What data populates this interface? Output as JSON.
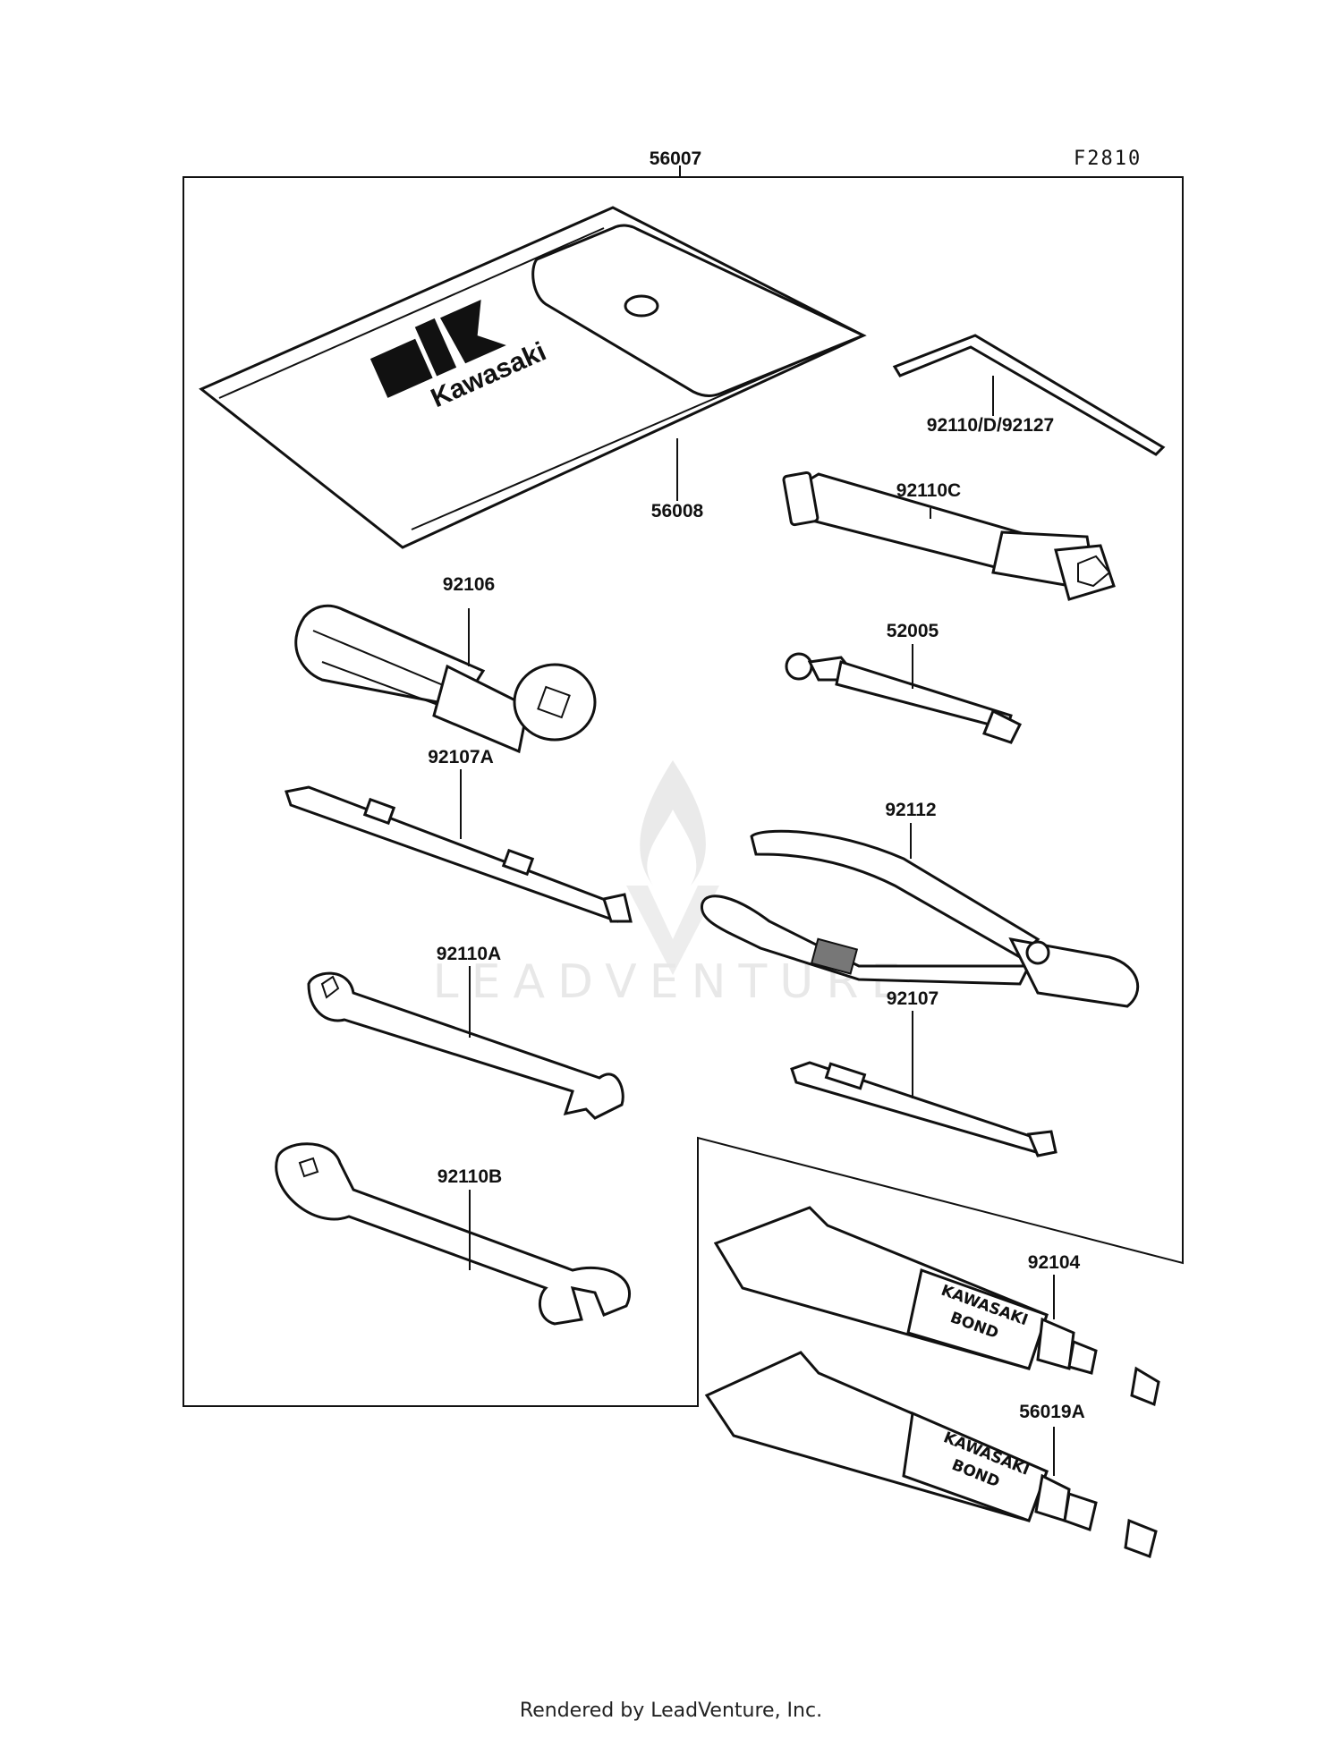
{
  "diagram_code": "F2810",
  "logo": {
    "text": "Kawasaki"
  },
  "watermark": {
    "text": "LEADVENTURE"
  },
  "parts": [
    {
      "number": "56007"
    },
    {
      "number": "56008"
    },
    {
      "number": "92110/D/92127"
    },
    {
      "number": "92110C"
    },
    {
      "number": "92106"
    },
    {
      "number": "52005"
    },
    {
      "number": "92107A"
    },
    {
      "number": "92112"
    },
    {
      "number": "92110A"
    },
    {
      "number": "92107"
    },
    {
      "number": "92110B"
    },
    {
      "number": "92104"
    },
    {
      "number": "56019A"
    }
  ],
  "tube_label": [
    "KAWASAKI",
    "BOND"
  ],
  "footer": "Rendered by LeadVenture, Inc."
}
